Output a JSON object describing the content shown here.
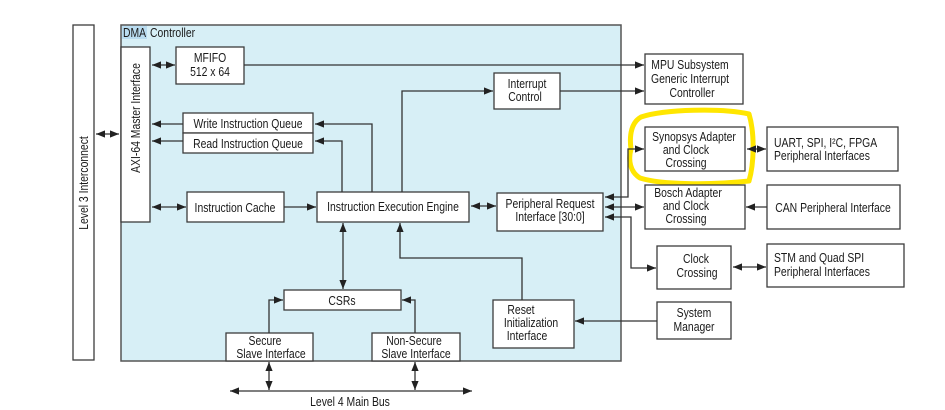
{
  "diagram": {
    "title_highlight": "DMA",
    "title_rest": "Controller",
    "level3": "Level 3 Interconnect",
    "axi": "AXI-64 Master Interface",
    "bus": "Level 4 Main Bus",
    "blocks": {
      "mfifo": [
        "MFIFO",
        "512 x 64"
      ],
      "write_iq": [
        "Write Instruction Queue"
      ],
      "read_iq": [
        "Read Instruction Queue"
      ],
      "icache": [
        "Instruction Cache"
      ],
      "iee": [
        "Instruction Execution Engine"
      ],
      "interrupt": [
        "Interrupt",
        "Control"
      ],
      "pri": [
        "Peripheral Request",
        "Interface [30:0]"
      ],
      "csrs": [
        "CSRs"
      ],
      "secure": [
        "Secure",
        "Slave Interface"
      ],
      "nonsecure": [
        "Non-Secure",
        "Slave Interface"
      ],
      "reset": [
        "Reset",
        "Initialization",
        "Interface"
      ],
      "mpu": [
        "MPU Subsystem",
        "Generic Interrupt",
        "Controller"
      ],
      "synopsys": [
        "Synopsys Adapter",
        "and Clock",
        "Crossing"
      ],
      "uart": [
        "UART, SPI, I²C,  FPGA",
        "Peripheral Interfaces"
      ],
      "bosch": [
        "Bosch Adapter",
        "and Clock",
        "Crossing"
      ],
      "can": [
        "CAN Peripheral Interface"
      ],
      "clock": [
        "Clock",
        "Crossing"
      ],
      "stm": [
        "STM and Quad SPI",
        "Peripheral Interfaces"
      ],
      "sysmgr": [
        "System",
        "Manager"
      ]
    },
    "highlight": {
      "target": "synopsys",
      "color": "#ffe600"
    }
  },
  "colors": {
    "controller_bg": "#d7eff6",
    "title_highlight_bg": "#b9dcf0",
    "line": "#333333",
    "box_fill": "#ffffff"
  }
}
